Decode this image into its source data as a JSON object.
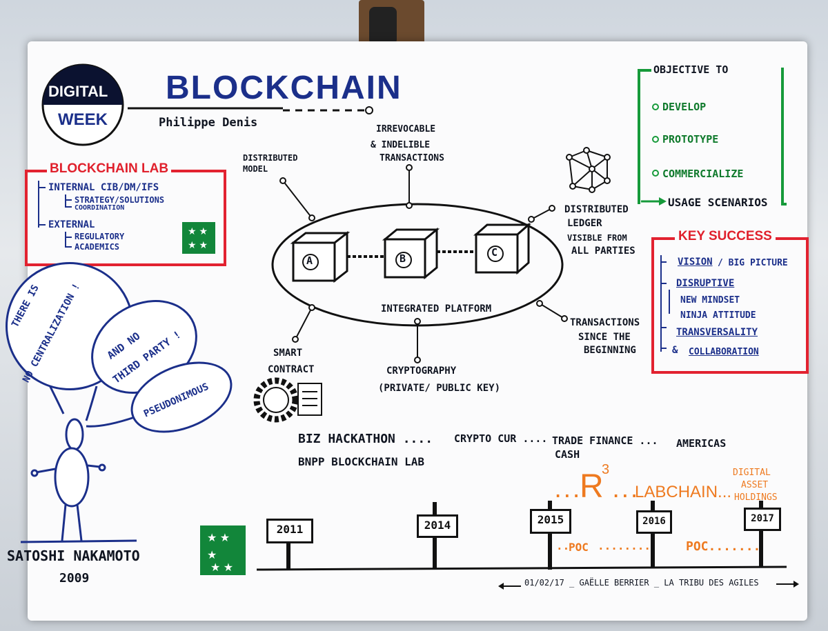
{
  "logo": {
    "line1": "DIGITAL",
    "line2": "WEEK"
  },
  "header": {
    "title": "BLOCKCHAIN",
    "author": "Philippe Denis"
  },
  "lab": {
    "title": "BLOCKCHAIN LAB",
    "internal": "INTERNAL CIB/DM/IFS",
    "internal_sub1": "STRATEGY/SOLUTIONS",
    "internal_sub2": "COORDINATION",
    "external": "EXTERNAL",
    "external_sub1": "REGULATORY",
    "external_sub2": "ACADEMICS"
  },
  "objective": {
    "title": "OBJECTIVE TO",
    "items": [
      "DEVELOP",
      "PROTOTYPE",
      "COMMERCIALIZE"
    ],
    "result": "USAGE SCENARIOS"
  },
  "center": {
    "blocks": [
      "A",
      "B",
      "C"
    ],
    "platform": "INTEGRATED PLATFORM",
    "distributed_model": [
      "DISTRIBUTED",
      "MODEL"
    ],
    "irrevocable": [
      "IRREVOCABLE",
      "& INDELIBLE",
      "TRANSACTIONS"
    ],
    "ledger": [
      "DISTRIBUTED",
      "LEDGER",
      "VISIBLE FROM",
      "ALL PARTIES"
    ],
    "transactions": [
      "TRANSACTIONS",
      "SINCE THE",
      "BEGINNING"
    ],
    "smart": [
      "SMART",
      "CONTRACT"
    ],
    "crypto": [
      "CRYPTOGRAPHY",
      "(PRIVATE/ PUBLIC KEY)"
    ]
  },
  "key": {
    "title": "KEY SUCCESS",
    "vision": "VISION",
    "vision_rest": "/ BIG PICTURE",
    "disruptive": "DISRUPTIVE",
    "mindset": "NEW MINDSET",
    "ninja": "NINJA ATTITUDE",
    "transversality": "TRANSVERSALITY",
    "amp": "&",
    "collaboration": "COLLABORATION"
  },
  "bubbles": {
    "b1": [
      "THERE IS",
      "NO CENTRALIZATION !"
    ],
    "b2": [
      "AND NO",
      "THIRD PARTY !"
    ],
    "b3": "PSEUDONIMOUS"
  },
  "satoshi": {
    "name": "SATOSHI NAKAMOTO",
    "year": "2009"
  },
  "milestones": {
    "row1_a": "BIZ HACKATHON ....",
    "row1_b": "CRYPTO CUR ....",
    "row1_c": "TRADE FINANCE ...",
    "row1_c2": "CASH",
    "row1_d": "AMERICAS",
    "row2": "BNPP BLOCKCHAIN LAB"
  },
  "consortium": {
    "r3": "R",
    "r3_sup": "3",
    "dots1": "...",
    "dots2": "...",
    "labchain": "LABCHAIN...",
    "dah": [
      "DIGITAL",
      "ASSET",
      "HOLDINGS"
    ]
  },
  "timeline": {
    "years": [
      "2011",
      "2014",
      "2015",
      "2016",
      "2017"
    ],
    "poc1": "POC",
    "poc2": "POC.......",
    "poc_lead": "..",
    "poc_mid": "........",
    "footer": "01/02/17 _ GAËLLE BERRIER _ LA TRIBU DES AGILES"
  },
  "colors": {
    "ink": "#0f1420",
    "blue": "#1b2f8a",
    "red": "#e0202c",
    "green": "#169a3a",
    "orange": "#ee7a20"
  }
}
